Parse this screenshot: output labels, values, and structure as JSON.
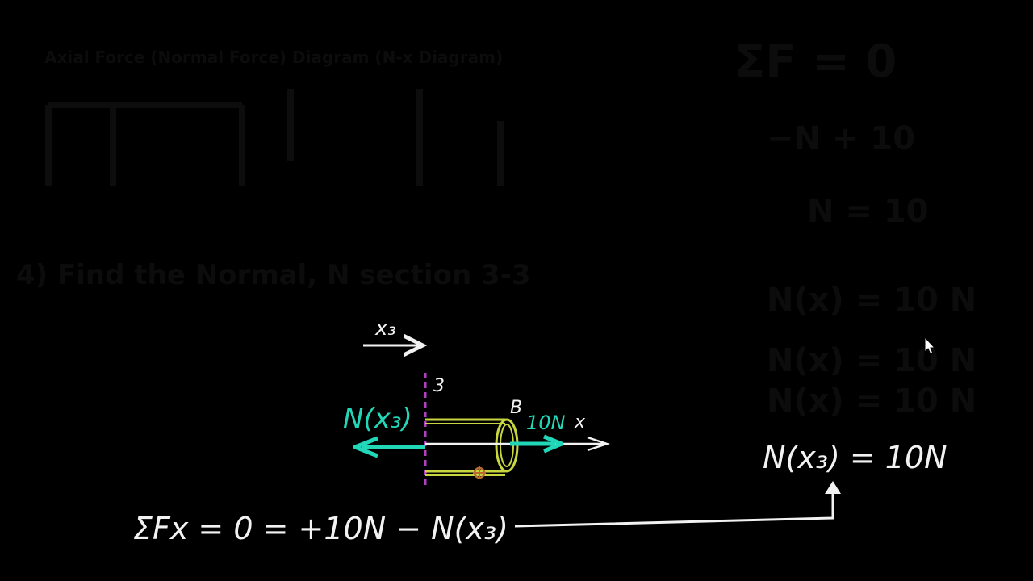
{
  "ghost_text": {
    "title_line": "Axial Force (Normal Force) Diagram (N-x Diagram)",
    "line2": "4) Find the Normal, N section 3-3",
    "right_top": "ΣF = 0",
    "right_a": "−N + 10",
    "right_b": "N = 10",
    "right_c": "N(x) = 10 N",
    "right_d": "N(x) = 10 N",
    "right_e": "N(x) = 10 N"
  },
  "diagram": {
    "distance_label": "x₃",
    "section_label": "3",
    "point_label": "B",
    "internal_force_label": "N(x₃)",
    "applied_force_label": "10N",
    "axis_label": "x"
  },
  "equations": {
    "equilibrium": "ΣFx = 0 = +10N − N(x₃)",
    "result": "N(x₃) = 10N"
  },
  "colors": {
    "background": "#000000",
    "chalk_white": "#f2f2f2",
    "cyan": "#22d6b8",
    "yellow_green": "#c8d640",
    "magenta": "#b040c0",
    "orange": "#b86a30"
  }
}
